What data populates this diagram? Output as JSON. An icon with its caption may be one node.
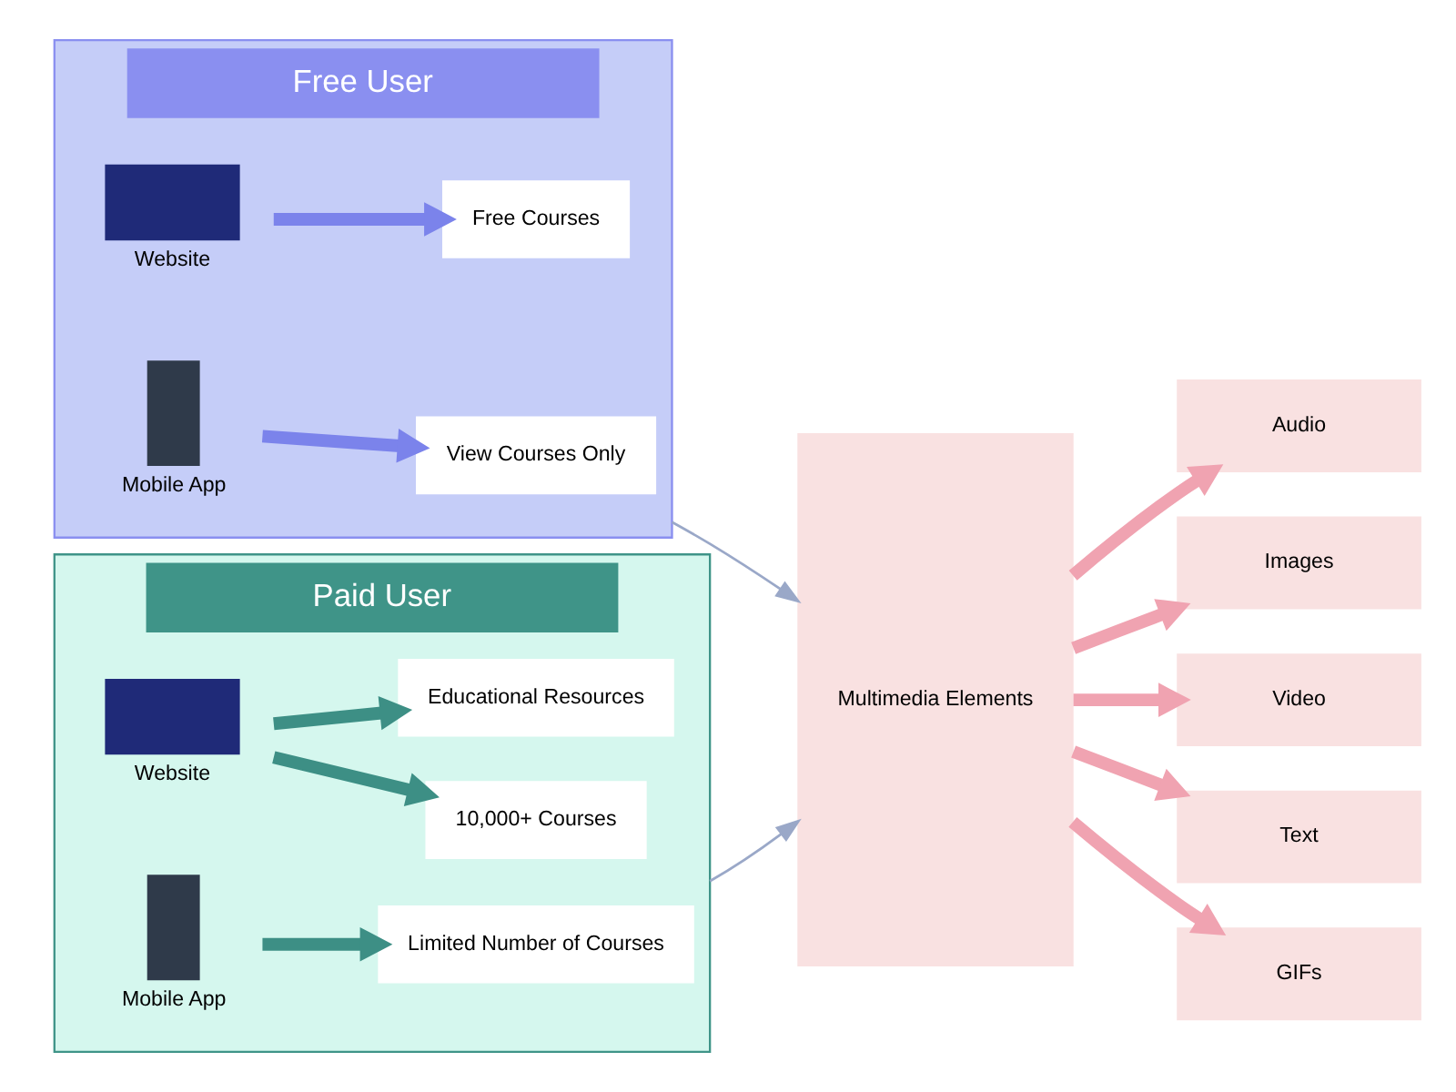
{
  "diagram": {
    "nodes": [
      {
        "text": [
          "Free User"
        ]
      },
      {
        "text": [],
        "shape": "laptop",
        "beside": [
          "Website"
        ],
        "in": 0
      },
      {
        "text": [
          "Free Courses"
        ],
        "in": 0
      },
      {
        "text": [],
        "shape": "phone",
        "beside": [
          "Mobile App"
        ],
        "in": 0
      },
      {
        "text": [
          "View Courses Only"
        ],
        "in": 0
      },
      {
        "text": [
          "Paid User"
        ]
      },
      {
        "text": [],
        "shape": "laptop",
        "beside": [
          "Website"
        ],
        "in": 5
      },
      {
        "text": [
          "10,000+ Courses"
        ],
        "in": 5
      },
      {
        "text": [
          "Educational Resources"
        ],
        "in": 5
      },
      {
        "text": [],
        "shape": "phone",
        "beside": [
          "Mobile App"
        ],
        "in": 5
      },
      {
        "text": [
          "Limited Number of Courses"
        ],
        "in": 5
      },
      {
        "text": [
          "Multimedia Elements"
        ]
      },
      {
        "text": [
          "Audio"
        ]
      },
      {
        "text": [
          "Images"
        ]
      },
      {
        "text": [
          "Video"
        ]
      },
      {
        "text": [
          "Text"
        ]
      },
      {
        "text": [
          "GIFs"
        ]
      }
    ],
    "edges": [
      {
        "from": 1,
        "to": 2,
        "arrow": "to",
        "color": "#7b83eb"
      },
      {
        "from": 3,
        "to": 4,
        "arrow": "to",
        "color": "#7b83eb"
      },
      {
        "from": 6,
        "to": 7,
        "arrow": "to",
        "color": "#3d8f85"
      },
      {
        "from": 6,
        "to": 8,
        "arrow": "to",
        "color": "#3d8f85"
      },
      {
        "from": 9,
        "to": 10,
        "arrow": "to",
        "color": "#3d8f85"
      },
      {
        "from": 0,
        "to": 11,
        "arrow": "to",
        "color": "#9aa8c8"
      },
      {
        "from": 5,
        "to": 11,
        "arrow": "to",
        "color": "#9aa8c8"
      },
      {
        "from": 11,
        "to": 12,
        "arrow": "to",
        "color": "#f0a3b1"
      },
      {
        "from": 11,
        "to": 13,
        "arrow": "to",
        "color": "#f0a3b1"
      },
      {
        "from": 11,
        "to": 14,
        "arrow": "to",
        "color": "#f0a3b1"
      },
      {
        "from": 11,
        "to": 15,
        "arrow": "to",
        "color": "#f0a3b1"
      },
      {
        "from": 11,
        "to": 16,
        "arrow": "to",
        "color": "#f0a3b1"
      }
    ]
  }
}
